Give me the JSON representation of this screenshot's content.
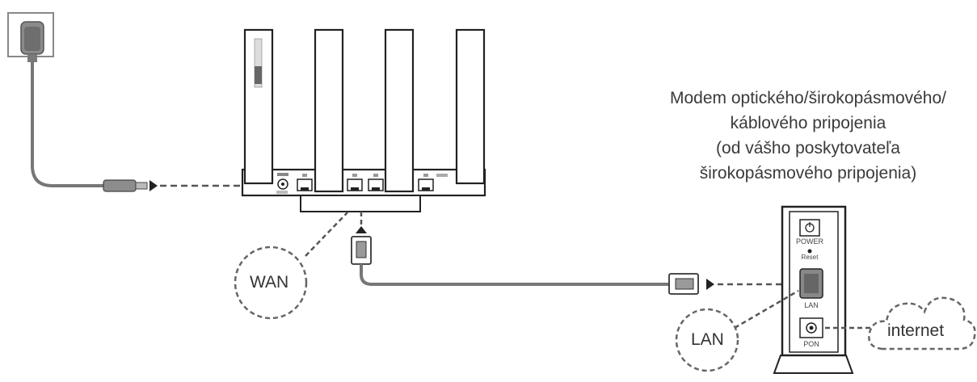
{
  "modem": {
    "caption_lines": [
      "Modem optického/širokopásmového/",
      "káblového pripojenia",
      "(od vášho poskytovateľa",
      "širokopásmového pripojenia)"
    ],
    "power_label": "POWER",
    "reset_label": "Reset",
    "lan_label": "LAN",
    "pon_label": "PON"
  },
  "bubbles": {
    "wan": "WAN",
    "lan": "LAN",
    "internet": "internet"
  },
  "colors": {
    "line": "#6b6b6b",
    "dashed": "#555555",
    "outline": "#222222",
    "fill": "#ffffff",
    "plug": "#7a7a7a"
  }
}
